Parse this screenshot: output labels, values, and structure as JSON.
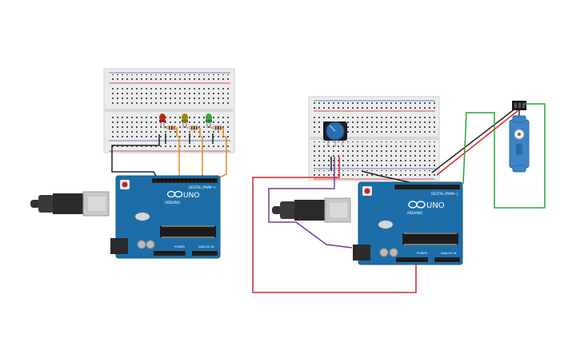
{
  "circuits": [
    {
      "id": "led-circuit",
      "board": {
        "brand": "ARDUINO",
        "model": "UNO",
        "digital_label": "DIGITAL (PWM~)",
        "power_label": "POWER",
        "analog_label": "ANALOG IN"
      },
      "leds": [
        "red",
        "yellow",
        "green"
      ]
    },
    {
      "id": "servo-circuit",
      "board": {
        "brand": "ARDUINO",
        "model": "UNO",
        "digital_label": "DIGITAL (PWM~)",
        "power_label": "POWER",
        "analog_label": "ANALOG IN"
      },
      "components": [
        "potentiometer",
        "servo"
      ]
    }
  ],
  "colors": {
    "board": "#1d6ea8",
    "breadboard": "#ececec",
    "wire_orange": "#e8881c",
    "wire_black": "#222222",
    "wire_red": "#d9232a",
    "wire_green": "#2ca53a",
    "wire_purple": "#7a3a9a",
    "led_red": "#c0281c",
    "led_yellow": "#9a8a10",
    "led_green": "#2fa63c",
    "knob": "#2b6fb0",
    "servo": "#3c84c4"
  }
}
